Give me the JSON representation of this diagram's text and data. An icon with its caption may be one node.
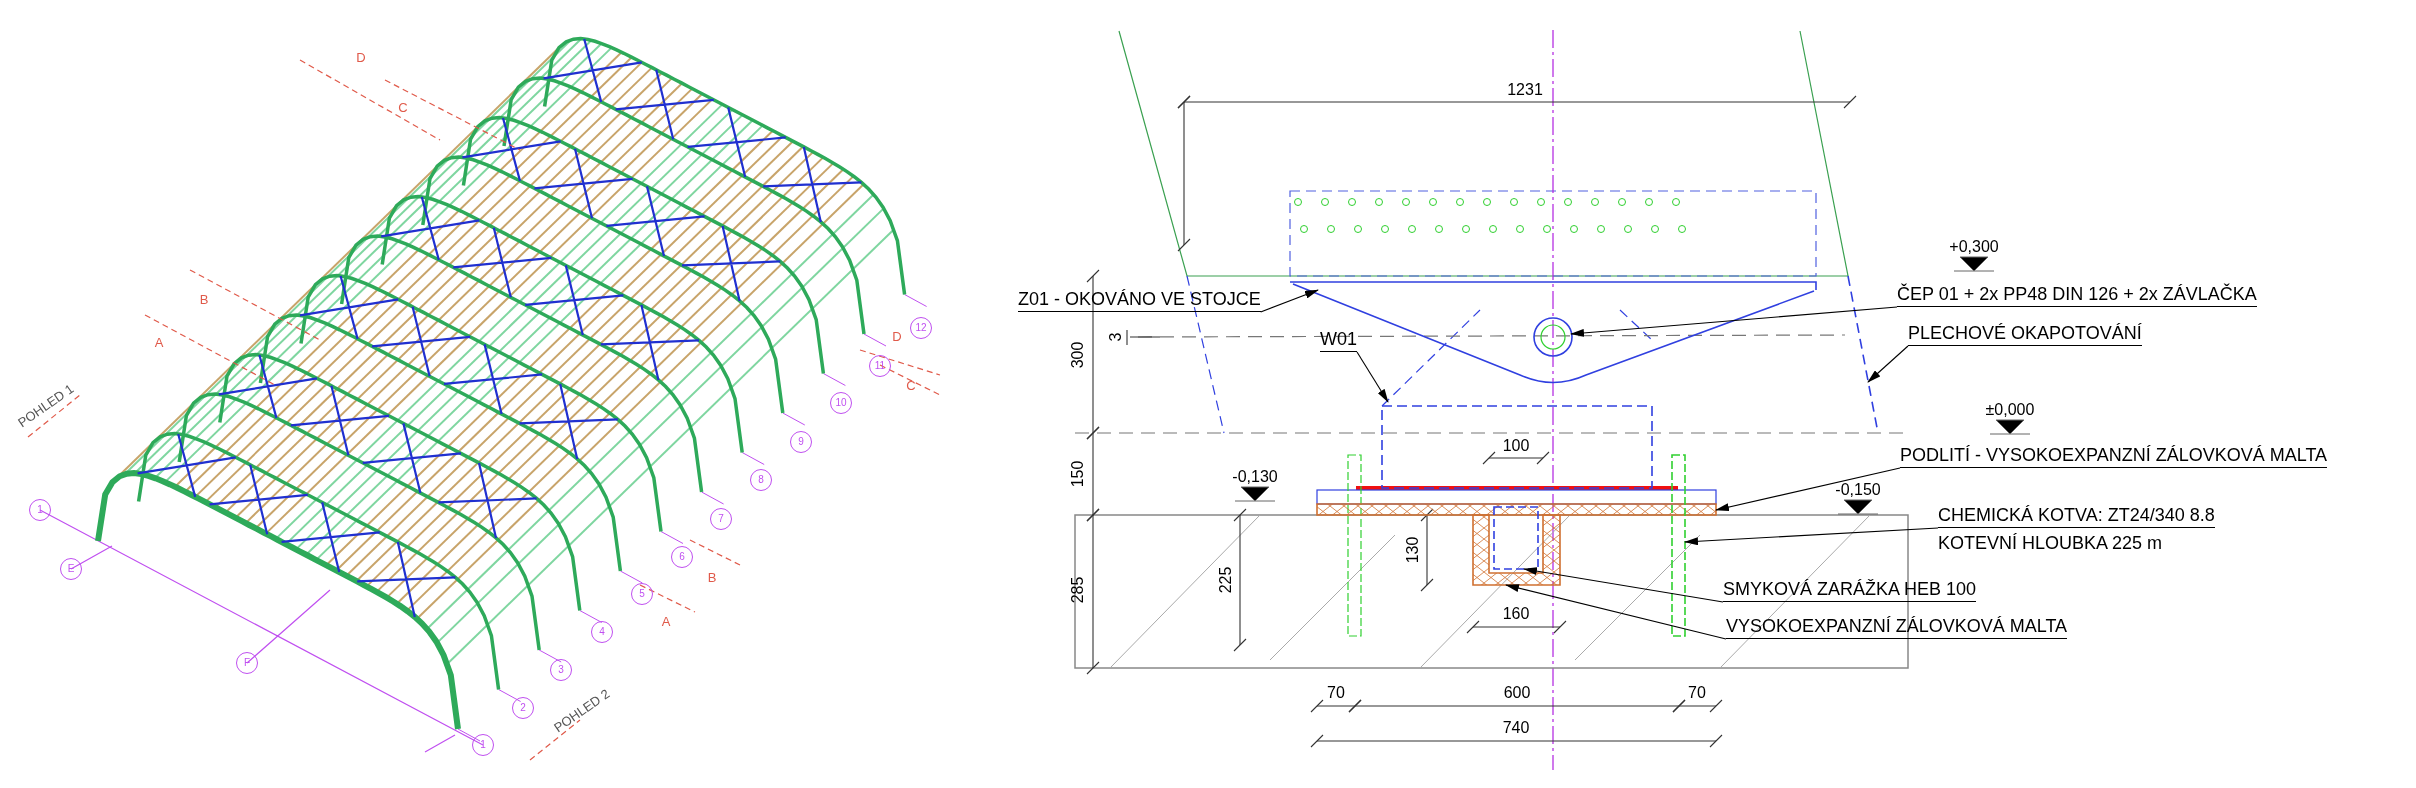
{
  "diagram": {
    "nodes": [
      {
        "text": [
          "Z01 - OKOVÁNO VE STOJCE"
        ]
      },
      {
        "text": [],
        "shape": "bar"
      },
      {
        "text": [
          "W01"
        ]
      },
      {
        "text": [],
        "shape": "box"
      },
      {
        "text": [
          "ČEP 01 + 2x PP48 DIN 126 + 2x ZÁVLAČKA"
        ]
      },
      {
        "text": [],
        "shape": "circle"
      },
      {
        "text": [
          "PLECHOVÉ OKAPOTOVÁNÍ"
        ]
      },
      {
        "text": [],
        "shape": "bar"
      },
      {
        "text": [
          "PODLITÍ - VYSOKOEXPANZNÍ ZÁLOVKOVÁ MALTA"
        ]
      },
      {
        "text": [],
        "shape": "bar"
      },
      {
        "text": [
          "CHEMICKÁ KOTVA: ZT24/340 8.8",
          "KOTEVNÍ HLOUBKA 225 m"
        ]
      },
      {
        "text": [],
        "shape": "bar"
      },
      {
        "text": [
          "SMYKOVÁ ZARÁŽKA HEB 100"
        ]
      },
      {
        "text": [],
        "shape": "box"
      },
      {
        "text": [
          "VYSOKOEXPANZNÍ ZÁLOVKOVÁ MALTA"
        ]
      },
      {
        "text": [],
        "shape": "bar"
      }
    ],
    "edges": [
      {
        "from": 0,
        "to": 1,
        "arrow": "to"
      },
      {
        "from": 2,
        "to": 3,
        "arrow": "to"
      },
      {
        "from": 4,
        "to": 5,
        "arrow": "to"
      },
      {
        "from": 6,
        "to": 7,
        "arrow": "to"
      },
      {
        "from": 8,
        "to": 9,
        "arrow": "to"
      },
      {
        "from": 10,
        "to": 11,
        "arrow": "to"
      },
      {
        "from": 12,
        "to": 13,
        "arrow": "to"
      },
      {
        "from": 14,
        "to": 15,
        "arrow": "to"
      }
    ],
    "labels": [
      "POHLED 1",
      "D",
      "C",
      "B",
      "A",
      "1",
      "E",
      "F",
      "1",
      "2",
      "3",
      "4",
      "5",
      "6",
      "7",
      "8",
      "9",
      "10",
      "11",
      "12",
      "D",
      "C",
      "B",
      "A",
      "POHLED 2",
      "1231",
      "+0,300",
      "300",
      "3",
      "±0,000",
      "150",
      "100",
      "-0,130",
      "-0,150",
      "285",
      "225",
      "130",
      "160",
      "70",
      "600",
      "70",
      "740"
    ]
  }
}
